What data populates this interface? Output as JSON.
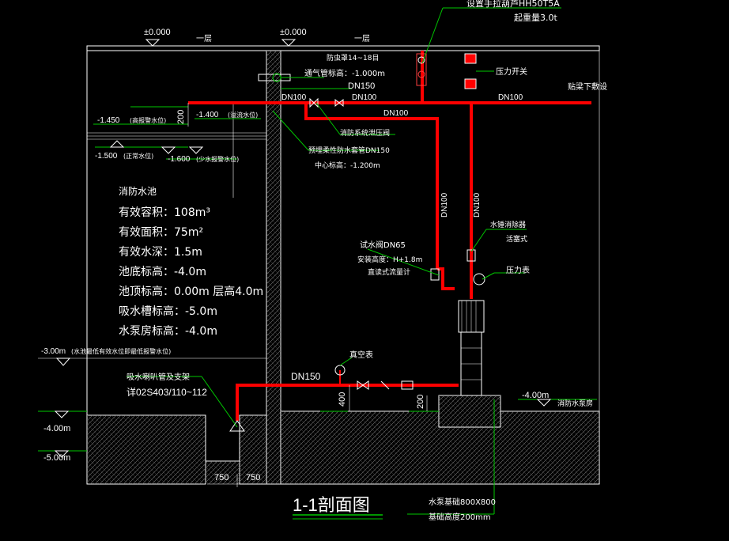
{
  "header": {
    "lifting_device_line1": "设置手拉葫芦HH50T5A",
    "lifting_device_line2": "起重量3.0t"
  },
  "levels": {
    "ground_left": "±0.000",
    "ground_right": "±0.000",
    "floor_left": "一层",
    "floor_right": "一层",
    "level_1450": "-1.450",
    "level_1450_note": "(高报警水位)",
    "level_1400": "-1.400",
    "level_1400_note": "(溢流水位)",
    "level_1500": "-1.500",
    "level_1500_note": "(正常水位)",
    "level_1600": "-1.600",
    "level_1600_note": "(少水报警水位)",
    "level_300": "-3.00m",
    "level_300_note": "(水池最低有效水位即最低报警水位)",
    "level_400_left": "-4.00m",
    "level_500_left": "-5.00m",
    "level_400_right": "-4.00m",
    "pump_room": "消防水泵房"
  },
  "labels": {
    "mosquito_net": "防虫罩14~18目",
    "vent_level": "通气管标高：-1.000m",
    "dn150_top": "DN150",
    "dn100_a": "DN100",
    "dn100_b": "DN100",
    "dn100_c": "DN100",
    "dn100_d": "DN100",
    "dn100_vert_left": "DN100",
    "dn100_vert_right": "DN100",
    "pressure_switch": "压力开关",
    "beam_lay": "贴梁下敷设",
    "relief_valve": "消防系统泄压阀",
    "sleeve": "预埋柔性防水套管DN150",
    "sleeve_center": "中心标高：-1.200m",
    "hammer": "水锤消除器",
    "piston": "活塞式",
    "test_valve": "试水阀DN65",
    "install_height": "安装高度：H+1.8m",
    "flowmeter": "直读式流量计",
    "pressure_gauge": "压力表",
    "vacuum_gauge": "真空表",
    "dn150_bottom": "DN150",
    "suction_bell": "吸水喇叭管及支架",
    "suction_ref": "详02S403/110~112",
    "dim_200": "200",
    "dim_400": "400",
    "dim_200b": "200",
    "dim_750a": "750",
    "dim_750b": "750",
    "foundation": "水泵基础800X800",
    "foundation_height": "基础高度200mm",
    "title": "1-1剖面图"
  },
  "tank_info": {
    "title": "消防水池",
    "volume": "有效容积：108m³",
    "area": "有效面积：75m²",
    "depth": "有效水深：1.5m",
    "bottom": "池底标高：-4.0m",
    "top": "池顶标高：0.00m 层高4.0m",
    "suction": "吸水槽标高：-5.0m",
    "pumproom": "水泵房标高：-4.0m"
  },
  "colors": {
    "pipe": "#ff0000",
    "leader": "#00c800",
    "wall": "#ffffff",
    "background": "#000000"
  }
}
